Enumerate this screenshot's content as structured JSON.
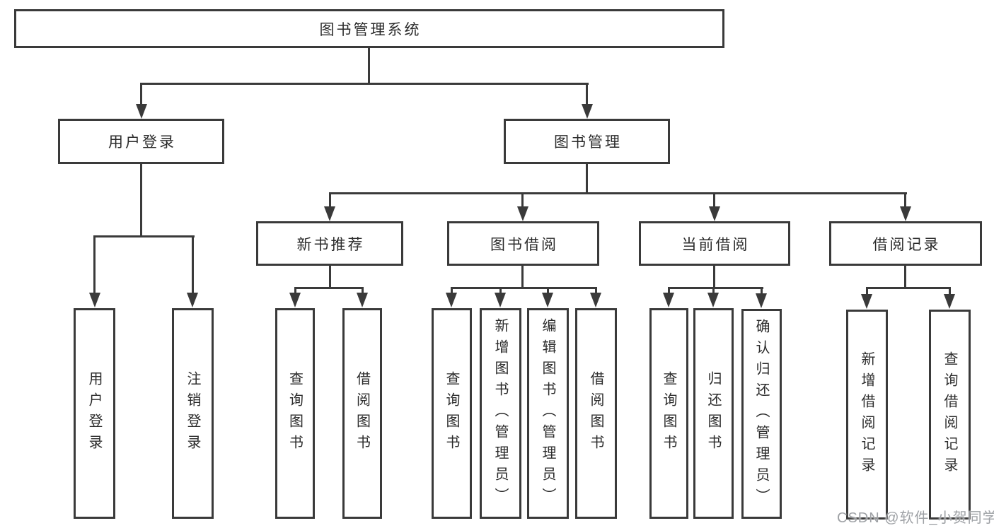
{
  "diagram": {
    "type": "hierarchy",
    "tree": {
      "root": {
        "label": "图书管理系统"
      },
      "branches": [
        {
          "label": "用户登录",
          "children": [
            {
              "label": "用户登录"
            },
            {
              "label": "注销登录"
            }
          ]
        },
        {
          "label": "图书管理",
          "children": [
            {
              "label": "新书推荐",
              "children": [
                {
                  "label": "查询图书"
                },
                {
                  "label": "借阅图书"
                }
              ]
            },
            {
              "label": "图书借阅",
              "children": [
                {
                  "label": "查询图书"
                },
                {
                  "label": "新增图书（管理员）"
                },
                {
                  "label": "编辑图书（管理员）"
                },
                {
                  "label": "借阅图书"
                }
              ]
            },
            {
              "label": "当前借阅",
              "children": [
                {
                  "label": "查询图书"
                },
                {
                  "label": "归还图书"
                },
                {
                  "label": "确认归还（管理员）"
                }
              ]
            },
            {
              "label": "借阅记录",
              "children": [
                {
                  "label": "新增借阅记录"
                },
                {
                  "label": "查询借阅记录"
                }
              ]
            }
          ]
        }
      ]
    },
    "colors": {
      "line": "#3a3a3a",
      "text": "#2b2b2b",
      "background": "#ffffff",
      "watermark": "#9ea1a5"
    }
  },
  "watermark": {
    "text": "CSDN @软件_小贺同学"
  }
}
